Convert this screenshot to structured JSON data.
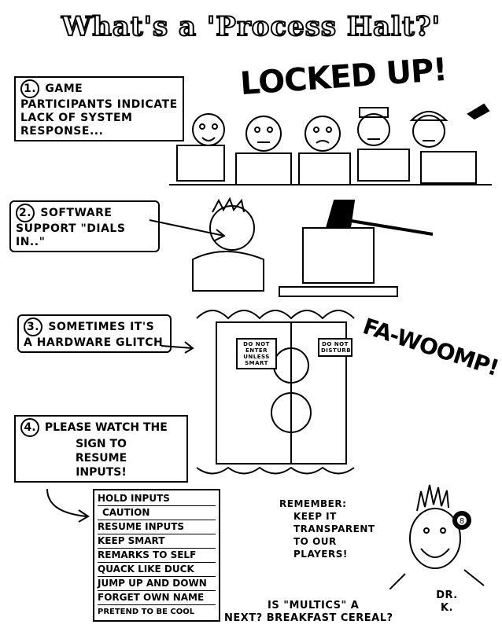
{
  "title": "What's a 'Process Halt?'",
  "steps": [
    {
      "number": "1.",
      "text": "Game participants indicate lack of system response..."
    },
    {
      "number": "2.",
      "text": "Software support \"dials in..\""
    },
    {
      "number": "3.",
      "text": "Sometimes it's a hardware glitch"
    },
    {
      "number": "4.",
      "lines": [
        "Please watch the",
        "sign to",
        "resume",
        "inputs!"
      ]
    }
  ],
  "sound_effects": {
    "locked_up": "LOCKED UP!",
    "fa_woomp": "FA-WOOMP!"
  },
  "door_signs": {
    "left": "Do not enter unless smart",
    "right": "Do not disturb"
  },
  "sign_items": [
    "Hold inputs",
    "Caution",
    "Resume inputs",
    "Keep smart",
    "Remarks to self",
    "Quack like duck",
    "Jump up and down",
    "Forget own name",
    "Pretend to be cool"
  ],
  "remember": {
    "heading": "Remember:",
    "text": "Keep it transparent to our players!"
  },
  "question": {
    "line1": "Is \"Multics\" a",
    "prefix": "Next?",
    "line2": "Breakfast cereal?"
  },
  "signature": {
    "name": "Dr. K.",
    "ball_number": "8"
  }
}
